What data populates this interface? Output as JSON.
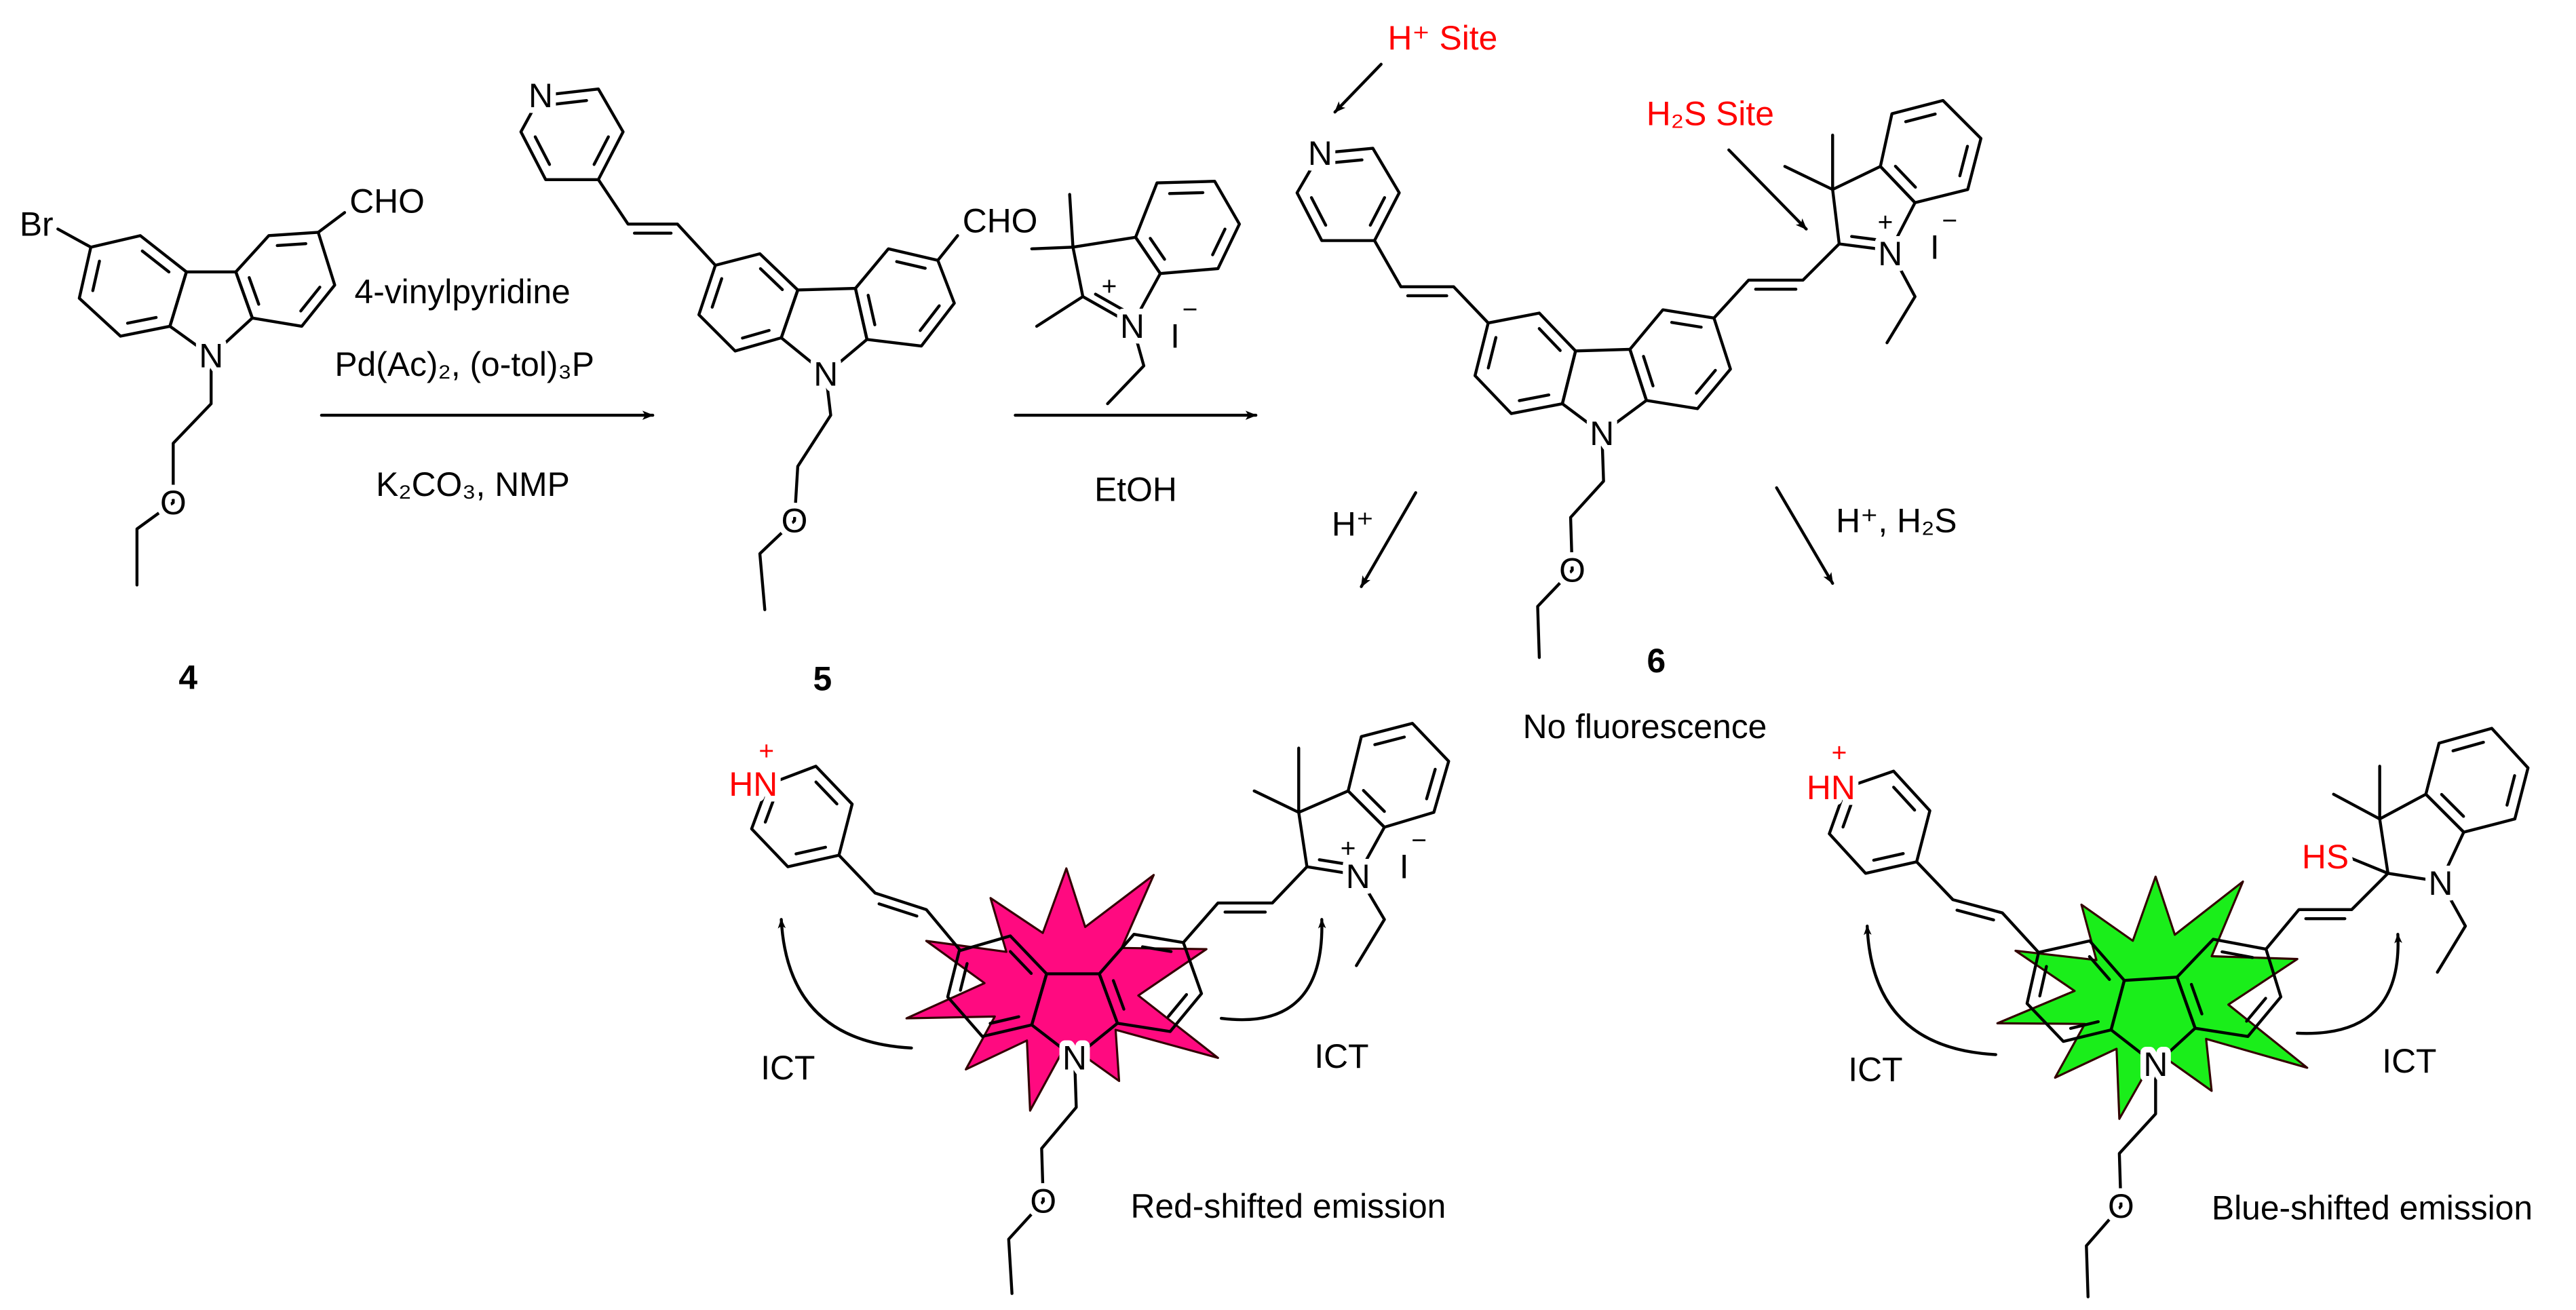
{
  "compounds": {
    "c4": "4",
    "c5": "5",
    "c6": "6"
  },
  "labels": {
    "bromo": "Br",
    "aldehyde": "CHO",
    "nitrogen": "N",
    "oxygen": "O",
    "plus": "+",
    "minus": "−",
    "iodide": "I",
    "pyridinium": "HN",
    "thiol": "HS"
  },
  "reagents": {
    "step1_top": "4-vinylpyridine",
    "step1_catalyst": "Pd(Ac)₂, (o-tol)₃P",
    "step1_bottom": "K₂CO₃, NMP",
    "step2": "EtOH",
    "acid": "H⁺",
    "acid_h2s": "H⁺, H₂S"
  },
  "annotations": {
    "h_site": "H⁺ Site",
    "h2s_site": "H₂S Site",
    "no_fluorescence": "No fluorescence",
    "ict": "ICT",
    "red_emission": "Red-shifted emission",
    "blue_emission": "Blue-shifted emission"
  },
  "colors": {
    "site_text": "#ff0000",
    "red_star": "#ff0a80",
    "green_star": "#1aee1a"
  }
}
